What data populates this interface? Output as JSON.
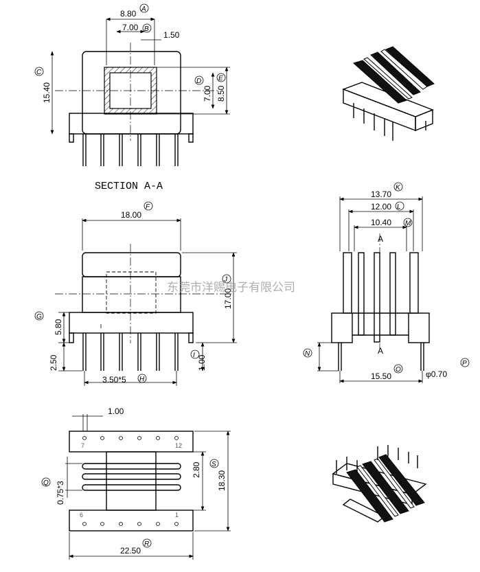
{
  "section_title": "SECTION A-A",
  "watermark": "东莞市洋赐电子有限公司",
  "section_marks": [
    "A",
    "A"
  ],
  "pin_numbers": [
    "7",
    "12",
    "6",
    "1"
  ],
  "dimensions": [
    {
      "label": "A",
      "value": "8.80"
    },
    {
      "label": "B",
      "value": "7.00"
    },
    {
      "label": "",
      "value": "1.50"
    },
    {
      "label": "C",
      "value": "15.40"
    },
    {
      "label": "D",
      "value": "7.00"
    },
    {
      "label": "E",
      "value": "8.50"
    },
    {
      "label": "F",
      "value": "18.00"
    },
    {
      "label": "J",
      "value": "17.00"
    },
    {
      "label": "G",
      "value": "5.80"
    },
    {
      "label": "",
      "value": "2.50"
    },
    {
      "label": "H",
      "value": "3.50*5"
    },
    {
      "label": "I",
      "value": "1.00"
    },
    {
      "label": "K",
      "value": "13.70"
    },
    {
      "label": "L",
      "value": "12.00"
    },
    {
      "label": "M",
      "value": "10.40"
    },
    {
      "label": "N",
      "value": ""
    },
    {
      "label": "O",
      "value": "15.50"
    },
    {
      "label": "P",
      "value": "φ0.70"
    },
    {
      "label": "",
      "value": "1.00"
    },
    {
      "label": "Q",
      "value": "0.75*3"
    },
    {
      "label": "",
      "value": "2.80"
    },
    {
      "label": "S",
      "value": "18.30"
    },
    {
      "label": "R",
      "value": "22.50"
    }
  ]
}
